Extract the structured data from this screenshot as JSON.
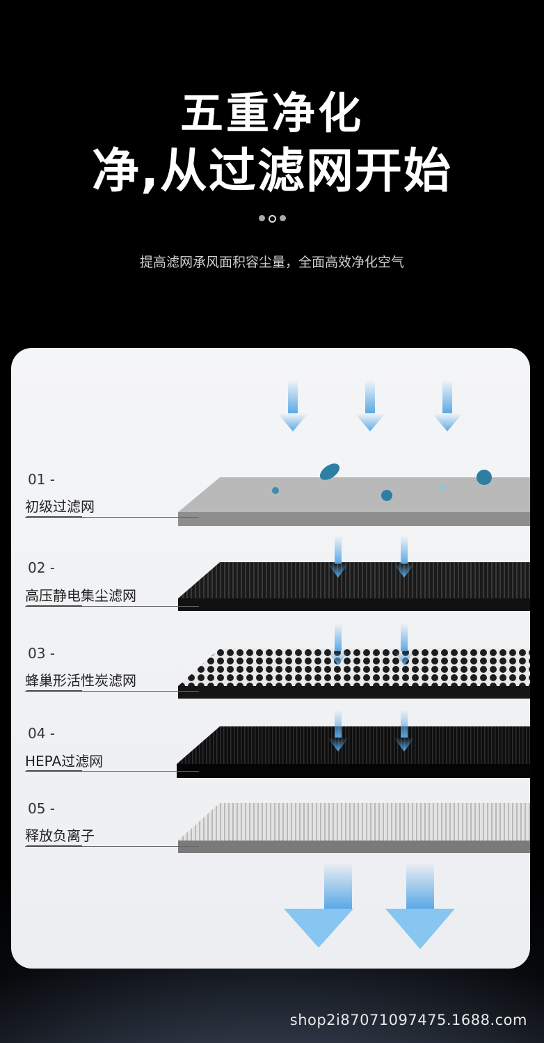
{
  "header": {
    "title_line1": "五重净化",
    "title_line2": "净,从过滤网开始",
    "subtitle": "提高滤网承风面积容尘量，全面高效净化空气"
  },
  "layers": [
    {
      "num": "01 -",
      "name": "初级过滤网"
    },
    {
      "num": "02 -",
      "name": "高压静电集尘滤网"
    },
    {
      "num": "03 -",
      "name": "蜂巢形活性炭滤网"
    },
    {
      "num": "04 -",
      "name": "HEPA过滤网"
    },
    {
      "num": "05 -",
      "name": "释放负离子"
    }
  ],
  "footer": {
    "watermark": "shop2i87071097475.1688.com"
  },
  "colors": {
    "arrow": "#5aa9e6",
    "background": "#000000",
    "panel": "#f0f1f3"
  }
}
